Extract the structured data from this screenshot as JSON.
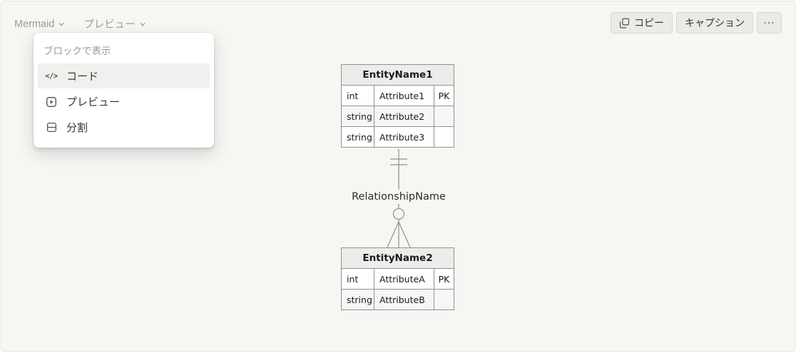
{
  "header": {
    "block_type": "Mermaid",
    "view_mode": "プレビュー"
  },
  "toolbar": {
    "copy": "コピー",
    "caption": "キャプション",
    "more": "⋯"
  },
  "menu": {
    "title": "ブロックで表示",
    "items": [
      {
        "label": "コード",
        "icon": "code-icon"
      },
      {
        "label": "プレビュー",
        "icon": "preview-icon"
      },
      {
        "label": "分割",
        "icon": "split-icon"
      }
    ]
  },
  "icons": {
    "code_glyph": "</>"
  },
  "diagram": {
    "type": "mermaid-er-diagram",
    "entities": [
      {
        "name": "EntityName1",
        "attributes": [
          {
            "type": "int",
            "name": "Attribute1",
            "key": "PK"
          },
          {
            "type": "string",
            "name": "Attribute2",
            "key": ""
          },
          {
            "type": "string",
            "name": "Attribute3",
            "key": ""
          }
        ]
      },
      {
        "name": "EntityName2",
        "attributes": [
          {
            "type": "int",
            "name": "AttributeA",
            "key": "PK"
          },
          {
            "type": "string",
            "name": "AttributeB",
            "key": ""
          }
        ]
      }
    ],
    "relationship": {
      "label": "RelationshipName",
      "from": "EntityName1",
      "to": "EntityName2",
      "cardinality": "exactly-one to zero-or-many",
      "line_style": "solid"
    }
  },
  "colors": {
    "block_background": "#f7f6f3",
    "menu_selected_bg": "#f1f0ee",
    "table_border": "#919191",
    "table_header_bg": "#ececea",
    "button_bg": "#eceae6",
    "muted_text": "#9b9a97"
  }
}
